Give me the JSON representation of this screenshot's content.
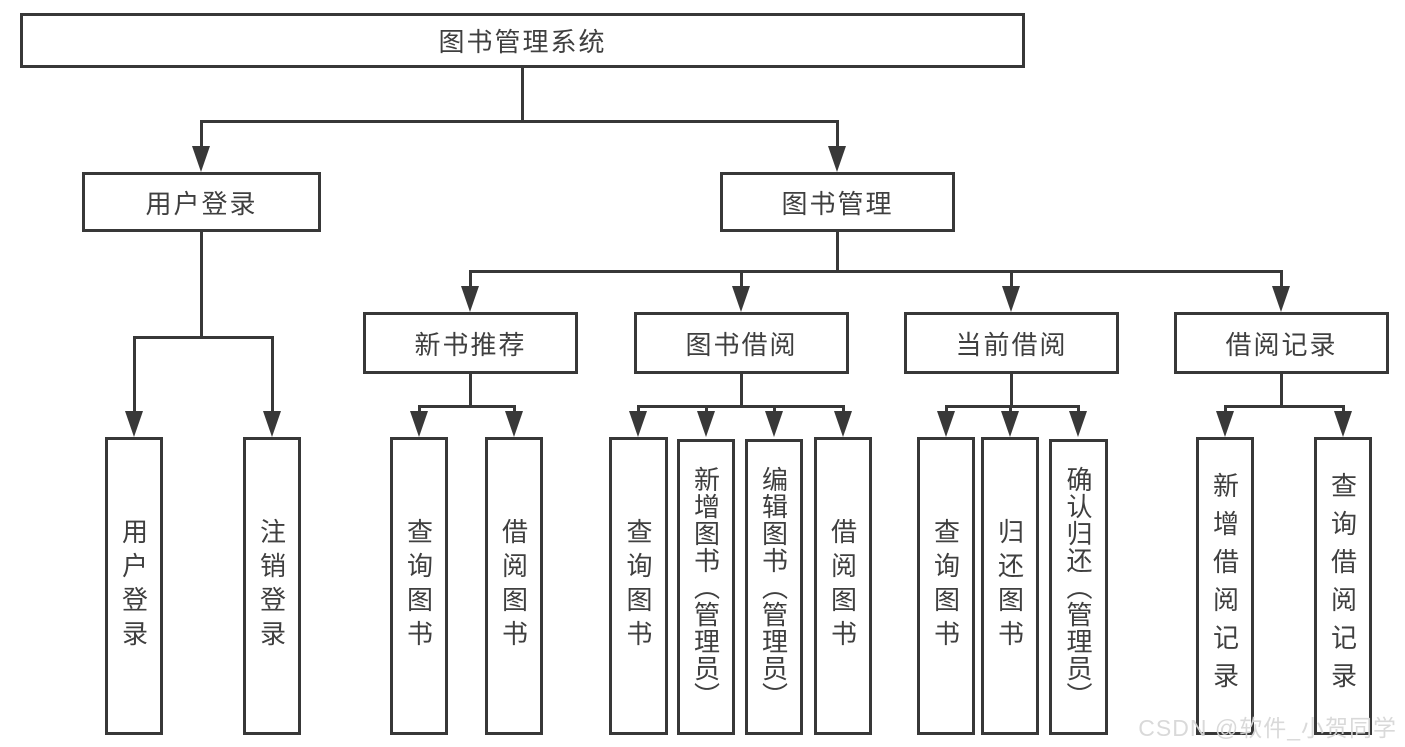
{
  "diagram": {
    "root": "图书管理系统",
    "level2": [
      "用户登录",
      "图书管理"
    ],
    "level3": [
      "新书推荐",
      "图书借阅",
      "当前借阅",
      "借阅记录"
    ],
    "leaves_user_login": [
      "用户登录",
      "注销登录"
    ],
    "leaves_new_book": [
      "查询图书",
      "借阅图书"
    ],
    "leaves_book_borrow": [
      "查询图书",
      "新增图书（管理员）",
      "编辑图书（管理员）",
      "借阅图书"
    ],
    "leaves_current_borrow": [
      "查询图书",
      "归还图书",
      "确认归还（管理员）"
    ],
    "leaves_borrow_record": [
      "新增借阅记录",
      "查询借阅记录"
    ]
  },
  "watermark": "CSDN @软件_小贺同学",
  "colors": {
    "line": "#383838",
    "box_border": "#383838",
    "text": "#3f3f3f",
    "background": "#ffffff",
    "watermark": "#d7d7d7"
  }
}
